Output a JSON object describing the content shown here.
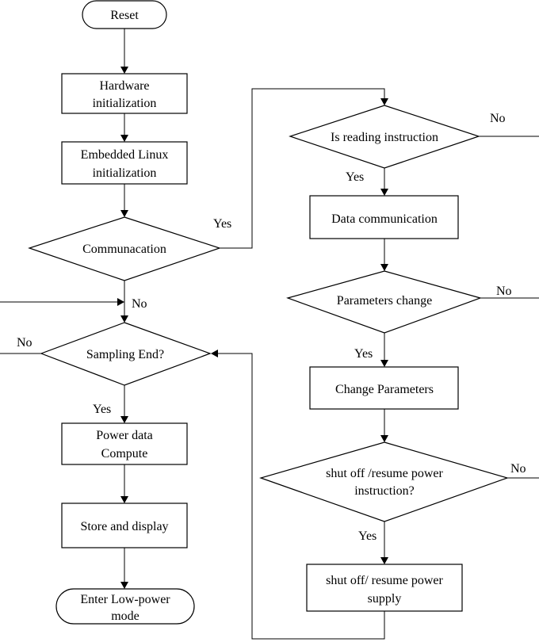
{
  "nodes": {
    "reset": "Reset",
    "hardware_init": [
      "Hardware",
      "initialization"
    ],
    "linux_init": [
      "Embedded Linux",
      "initialization"
    ],
    "communication": "Communacation",
    "sampling_end": "Sampling End?",
    "power_compute": [
      "Power data",
      "Compute"
    ],
    "store_display": "Store and display",
    "low_power": [
      "Enter Low-power",
      "mode"
    ],
    "is_reading": "Is reading instruction",
    "data_comm": "Data communication",
    "param_change": "Parameters change",
    "change_params": "Change Parameters",
    "shutoff_q": [
      "shut off /resume power",
      "instruction?"
    ],
    "shutoff_supply": [
      "shut off/ resume power",
      "supply"
    ]
  },
  "labels": {
    "yes_comm": "Yes",
    "no_before_sampling": "No",
    "no_sampling": "No",
    "yes_sampling": "Yes",
    "no_reading": "No",
    "yes_reading": "Yes",
    "no_param": "No",
    "yes_param": "Yes",
    "no_shutoff": "No",
    "yes_shutoff": "Yes"
  }
}
